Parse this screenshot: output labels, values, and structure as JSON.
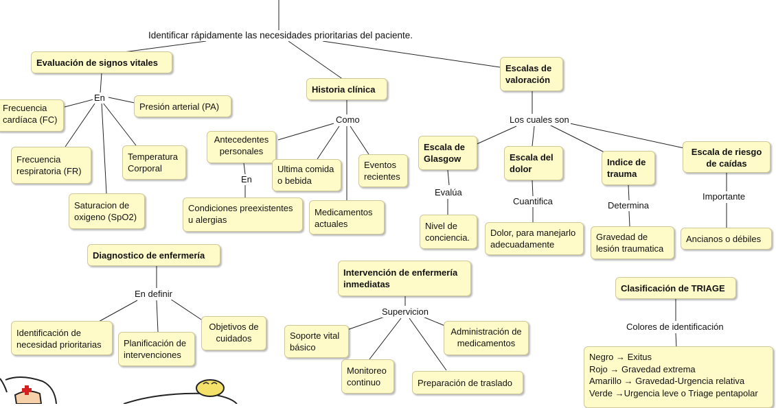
{
  "diagram": {
    "root_label": "Identificar rápidamente las necesidades prioritarias del paciente.",
    "vital": {
      "title": "Evaluación de signos vitales",
      "link": "En",
      "fc": "Frecuencia\ncardíaca (FC)",
      "pa": "Presión arterial (PA)",
      "fr": "Frecuencia\nrespiratoria (FR)",
      "temp": "Temperatura\nCorporal",
      "spo2": "Saturacion de\noxigeno (SpO2)"
    },
    "historia": {
      "title": "Historia clínica",
      "link": "Como",
      "antecedentes": "Antecedentes\npersonales",
      "antecedentes_link": "En",
      "condiciones": "Condiciones preexistentes\nu alergias",
      "comida": "Ultima comida\no bebida",
      "eventos": "Eventos\nrecientes",
      "medicamentos": "Medicamentos\nactuales"
    },
    "escalas": {
      "title": "Escalas de\nvaloración",
      "link": "Los cuales son",
      "glasgow": "Escala de\nGlasgow",
      "glasgow_link": "Evalúa",
      "glasgow_result": "Nivel de\nconciencia.",
      "dolor": "Escala del\ndolor",
      "dolor_link": "Cuantifica",
      "dolor_result": "Dolor, para manejarlo\nadecuadamente",
      "trauma": "Indice de\ntrauma",
      "trauma_link": "Determina",
      "trauma_result": "Gravedad de\nlesión traumatica",
      "caidas": "Escala de riesgo\nde caídas",
      "caidas_link": "Importante",
      "caidas_result": "Ancianos o débiles"
    },
    "diagnostico": {
      "title": "Diagnostico de enfermería",
      "link": "En definir",
      "identificacion": "Identificación de\nnecesidad prioritarias",
      "planificacion": "Planificación de\nintervenciones",
      "objetivos": "Objetivos de\ncuidados"
    },
    "intervencion": {
      "title": "Intervención de enfermería\ninmediatas",
      "link": "Supervicion",
      "soporte": "Soporte vital\nbásico",
      "monitoreo": "Monitoreo\ncontinuo",
      "administracion": "Administración de\nmedicamentos",
      "traslado": "Preparación de traslado"
    },
    "triage": {
      "title": "Clasificación de TRIAGE",
      "link": "Colores de identificación",
      "colores": "Negro → Exitus\nRojo → Gravedad extrema\nAmarillo → Gravedad-Urgencia relativa\nVerde →Urgencia leve o Triage pentapolar"
    }
  },
  "colors": {
    "node_fill": "#fffbc9",
    "node_border": "#cfc79a",
    "line": "#222222"
  }
}
